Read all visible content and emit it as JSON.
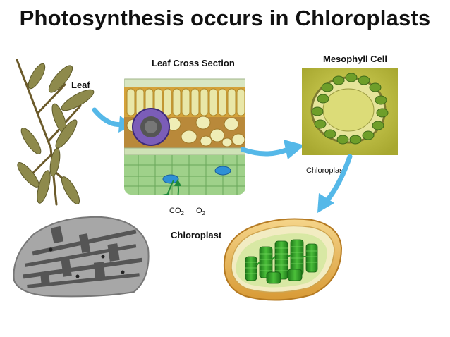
{
  "title": "Photosynthesis occurs in Chloroplasts",
  "labels": {
    "leaf": "Leaf",
    "leaf_cross_section": "Leaf Cross Section",
    "mesophyll_cell": "Mesophyll Cell",
    "chloroplast_small": "Chloroplast",
    "chloroplast_big": "Chloroplast",
    "co2_base": "CO",
    "co2_sub": "2",
    "o2_base": "O",
    "o2_sub": "2"
  },
  "colors": {
    "arrow": "#55b8e8",
    "leaf": "#8a8a4a",
    "mesophyll_bg": "#c9cc42",
    "chloroplast_green": "#2f9a2a",
    "envelope": "#e8b14c"
  }
}
